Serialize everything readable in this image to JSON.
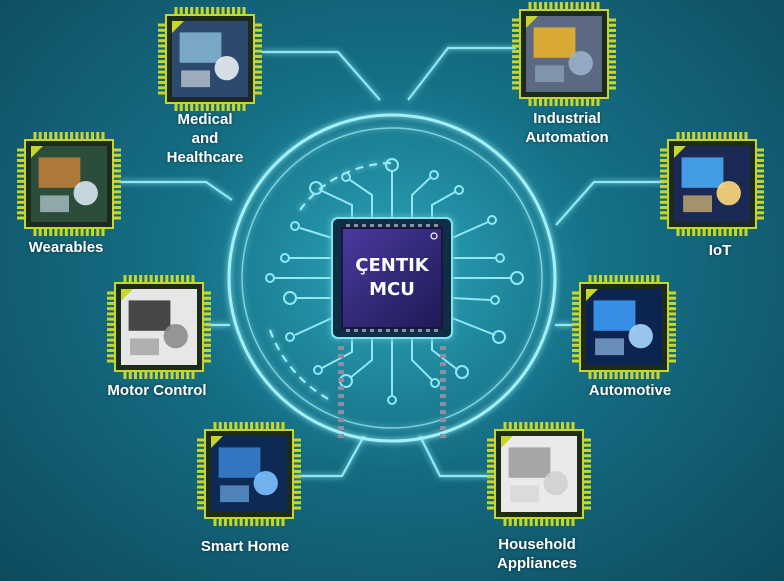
{
  "center_chip": {
    "label": "ÇENTIK\nMCU"
  },
  "applications": [
    {
      "id": "medical",
      "label": "Medical\nand\nHealthcare",
      "icon": "medical-monitor-icon"
    },
    {
      "id": "industrial",
      "label": "Industrial\nAutomation",
      "icon": "robot-arm-icon"
    },
    {
      "id": "wearables",
      "label": "Wearables",
      "icon": "smartwatch-icon"
    },
    {
      "id": "iot",
      "label": "IoT",
      "icon": "smart-city-icon"
    },
    {
      "id": "motor",
      "label": "Motor Control",
      "icon": "electric-motor-icon"
    },
    {
      "id": "automotive",
      "label": "Automotive",
      "icon": "car-touch-icon"
    },
    {
      "id": "smarthome",
      "label": "Smart Home",
      "icon": "smart-house-icon"
    },
    {
      "id": "household",
      "label": "Household\nAppliances",
      "icon": "appliances-icon"
    }
  ],
  "colors": {
    "background": "#156f85",
    "glow": "#7fe6f2",
    "chip_frame": "#c8d62a",
    "chip_core": "#3d2f8a"
  }
}
